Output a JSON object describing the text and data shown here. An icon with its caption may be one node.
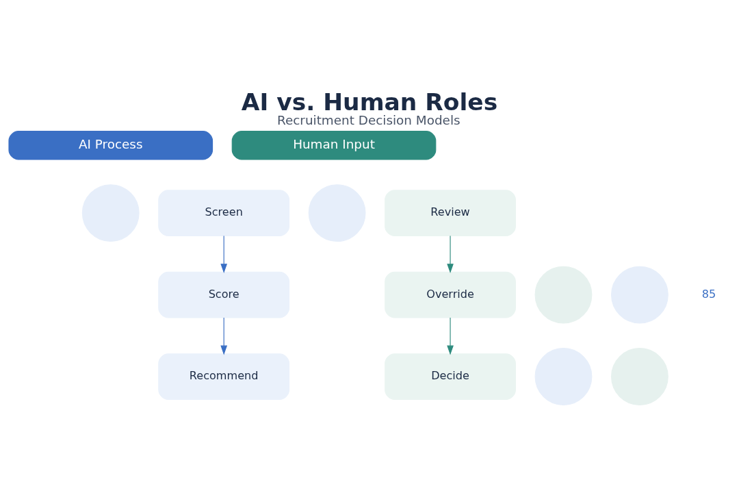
{
  "diagram": {
    "title": "AI vs. Human Roles",
    "caption": "Recruitment Decision Models",
    "nodes": [
      {
        "text": [
          "AI Process"
        ]
      },
      {
        "text": [
          "Human Input"
        ]
      },
      {
        "text": [],
        "shape": "circle"
      },
      {
        "text": [
          "Screen"
        ]
      },
      {
        "text": [],
        "shape": "circle"
      },
      {
        "text": [
          "Review"
        ]
      },
      {
        "text": [],
        "shape": "circle"
      },
      {
        "text": [
          "Score"
        ]
      },
      {
        "text": [],
        "shape": "circle"
      },
      {
        "text": [
          "Override"
        ]
      },
      {
        "text": [],
        "shape": "circle"
      },
      {
        "text": [
          "Recommend"
        ]
      },
      {
        "text": [],
        "shape": "circle"
      },
      {
        "text": [
          "Decide"
        ]
      }
    ],
    "edges": [
      {
        "from": 3,
        "to": 7,
        "arrow": "to",
        "color": "#3a6fc4"
      },
      {
        "from": 7,
        "to": 11,
        "arrow": "to",
        "color": "#3a6fc4"
      },
      {
        "from": 5,
        "to": 9,
        "arrow": "to",
        "color": "#2e8b7e"
      },
      {
        "from": 9,
        "to": 13,
        "arrow": "to",
        "color": "#2e8b7e"
      }
    ],
    "labels": [
      "85"
    ]
  }
}
